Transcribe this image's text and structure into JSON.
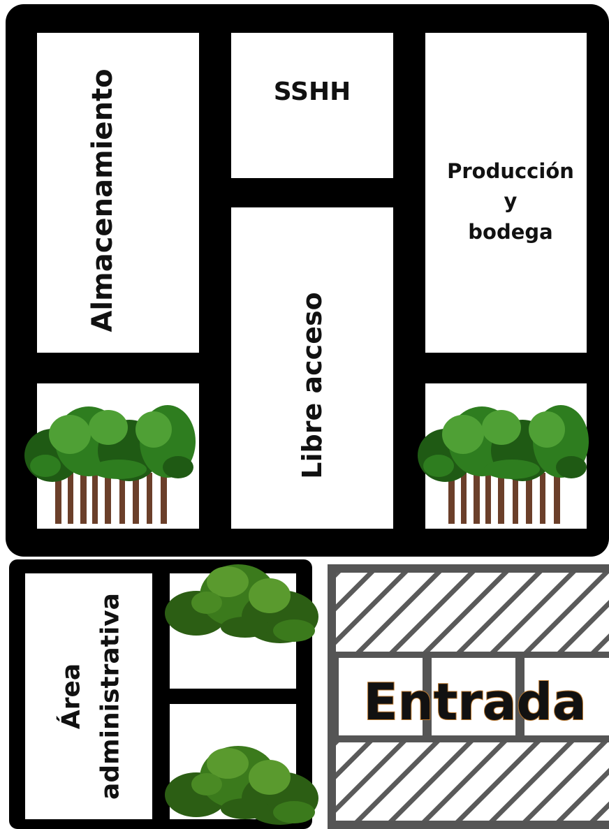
{
  "plan": {
    "rooms": {
      "storage": "Almacenamiento",
      "restrooms": "SSHH",
      "production_line1": "Producción",
      "production_line2": "y",
      "production_line3": "bodega",
      "free_access": "Libre acceso",
      "admin_line1": "Área",
      "admin_line2": "administrativa",
      "entrance": "Entrada"
    }
  },
  "colors": {
    "wall": "#000000",
    "room_fill": "#ffffff",
    "entrance_frame": "#555555",
    "foliage_dark": "#1f5a14",
    "foliage_mid": "#2e7d1f",
    "foliage_light": "#4fa035",
    "trunk": "#6b3f2a"
  },
  "icons": [
    "tree-group-icon",
    "shrub-icon"
  ]
}
